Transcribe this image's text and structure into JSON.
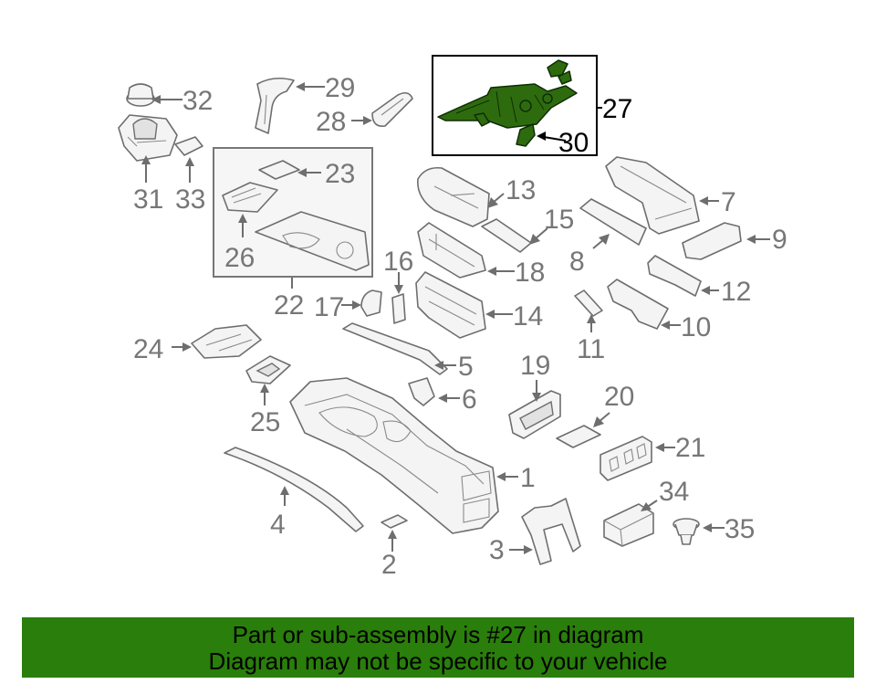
{
  "highlight": {
    "part_number": "27",
    "color": "#2a7e0b"
  },
  "banner": {
    "line1": "Part or sub-assembly is #27 in diagram",
    "line2": "Diagram may not be specific to your vehicle"
  },
  "callouts": {
    "n1": "1",
    "n2": "2",
    "n3": "3",
    "n4": "4",
    "n5": "5",
    "n6": "6",
    "n7": "7",
    "n8": "8",
    "n9": "9",
    "n10": "10",
    "n11": "11",
    "n12": "12",
    "n13": "13",
    "n14": "14",
    "n15": "15",
    "n16": "16",
    "n17": "17",
    "n18": "18",
    "n19": "19",
    "n20": "20",
    "n21": "21",
    "n22": "22",
    "n23": "23",
    "n24": "24",
    "n25": "25",
    "n26": "26",
    "n27": "27",
    "n28": "28",
    "n29": "29",
    "n30": "30",
    "n31": "31",
    "n32": "32",
    "n33": "33",
    "n34": "34",
    "n35": "35"
  }
}
